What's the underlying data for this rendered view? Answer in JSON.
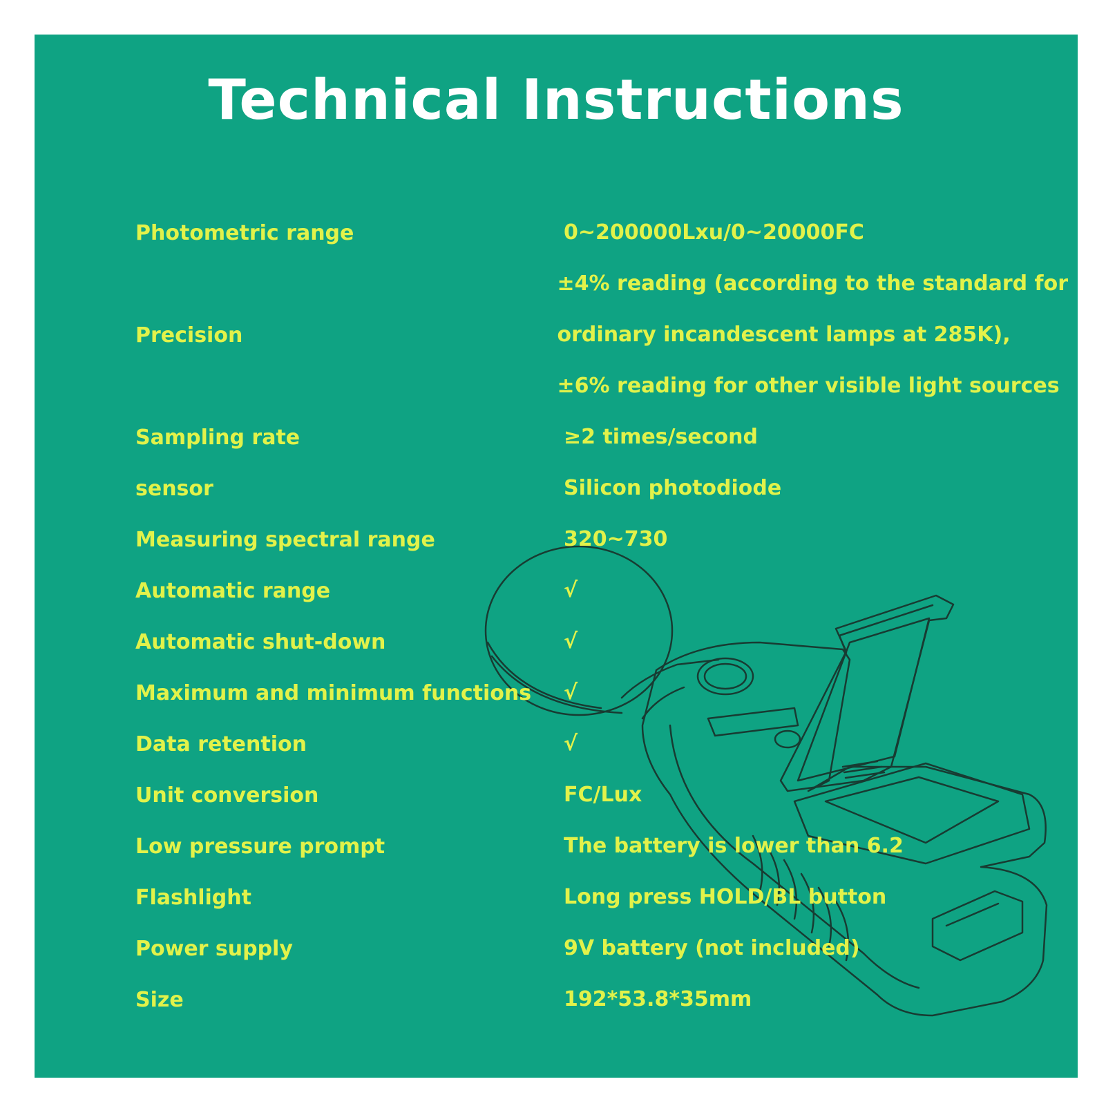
{
  "title": "Technical Instructions",
  "specs": [
    {
      "label": "Photometric range",
      "value": [
        "0~200000Lxu/0~20000FC"
      ]
    },
    {
      "label": "Precision",
      "value": [
        "±4% reading (according to the standard for",
        "ordinary incandescent lamps at 285K),",
        "±6% reading for other visible light sources"
      ]
    },
    {
      "label": "Sampling rate",
      "value": [
        "≥2 times/second"
      ]
    },
    {
      "label": "sensor",
      "value": [
        "Silicon photodiode"
      ]
    },
    {
      "label": "Measuring spectral range",
      "value": [
        "320~730"
      ]
    },
    {
      "label": "Automatic range",
      "value": [
        "√"
      ]
    },
    {
      "label": "Automatic shut-down",
      "value": [
        "√"
      ]
    },
    {
      "label": "Maximum and minimum functions",
      "value": [
        "√"
      ]
    },
    {
      "label": "Data retention",
      "value": [
        "√"
      ]
    },
    {
      "label": "Unit conversion",
      "value": [
        "FC/Lux"
      ]
    },
    {
      "label": "Low pressure prompt",
      "value": [
        "The battery is lower than 6.2"
      ]
    },
    {
      "label": "Flashlight",
      "value": [
        "Long press HOLD/BL button"
      ]
    },
    {
      "label": "Power supply",
      "value": [
        "9V battery (not included)"
      ]
    },
    {
      "label": "Size",
      "value": [
        "192*53.8*35mm"
      ]
    }
  ],
  "colors": {
    "background": "#0fa383",
    "title": "#ffffff",
    "text": "#e2f24a",
    "illustration_line": "#1a2a24"
  },
  "illustration": "lux-meter-device-line-art"
}
